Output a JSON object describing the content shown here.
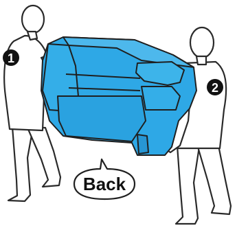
{
  "figure": {
    "person_left_marker": "1",
    "person_right_marker": "2",
    "callout_label": "Back"
  },
  "colors": {
    "printer_fill": "#2ea8e6",
    "printer_stroke": "#1f1f1f",
    "person_fill": "#ffffff",
    "person_stroke": "#2a2a2a",
    "marker_fill": "#111111",
    "marker_text": "#ffffff"
  }
}
